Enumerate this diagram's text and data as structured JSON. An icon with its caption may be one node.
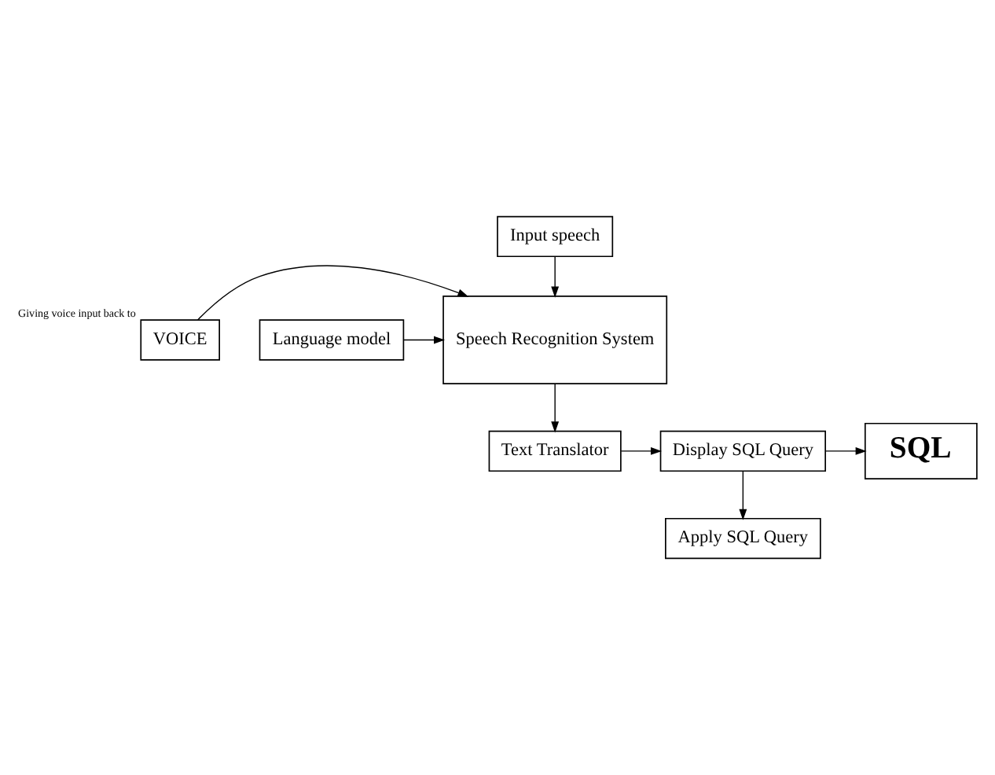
{
  "diagram": {
    "nodes": [
      {
        "text": [
          "Input speech"
        ]
      },
      {
        "text": [
          "Speech Recognition System"
        ]
      },
      {
        "text": [
          "VOICE"
        ],
        "beside": [
          "Giving voice input back to"
        ]
      },
      {
        "text": [
          "Language model"
        ]
      },
      {
        "text": [
          "Text Translator"
        ]
      },
      {
        "text": [
          "Display SQL Query"
        ]
      },
      {
        "text": [
          "SQL"
        ]
      },
      {
        "text": [
          "Apply SQL Query"
        ]
      }
    ],
    "edges": [
      {
        "from": 0,
        "to": 1,
        "arrow": "to"
      },
      {
        "from": 2,
        "to": 1,
        "arrow": "to"
      },
      {
        "from": 3,
        "to": 1,
        "arrow": "to"
      },
      {
        "from": 1,
        "to": 4,
        "arrow": "to"
      },
      {
        "from": 4,
        "to": 5,
        "arrow": "to"
      },
      {
        "from": 5,
        "to": 6,
        "arrow": "to"
      },
      {
        "from": 5,
        "to": 7,
        "arrow": "to"
      }
    ]
  }
}
